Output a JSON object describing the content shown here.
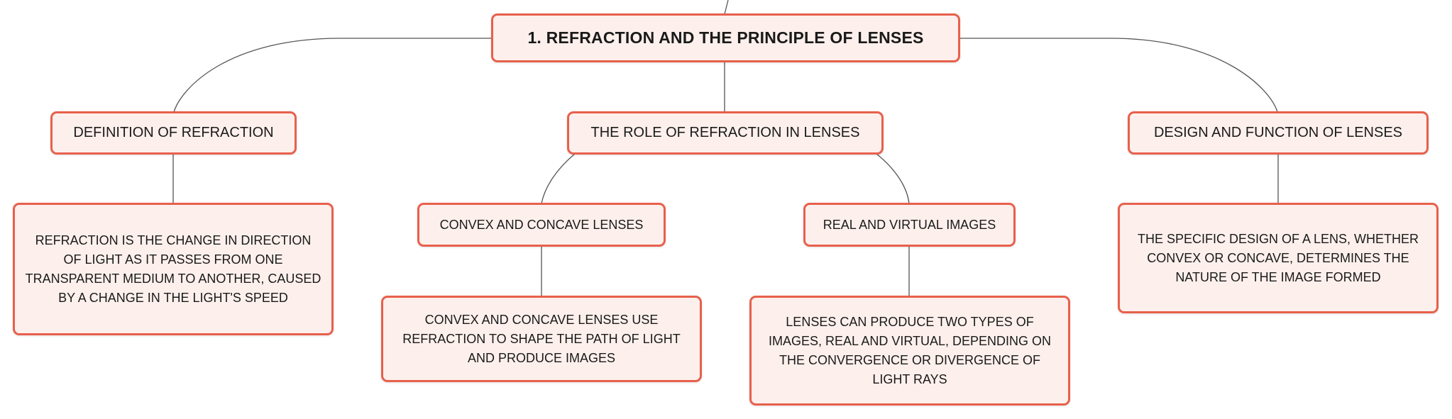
{
  "diagram": {
    "root": {
      "label": "1. REFRACTION AND THE PRINCIPLE OF LENSES"
    },
    "branches": {
      "definition": {
        "label": "DEFINITION OF REFRACTION",
        "detail": "REFRACTION IS THE CHANGE IN DIRECTION OF LIGHT AS IT PASSES FROM ONE TRANSPARENT MEDIUM TO ANOTHER, CAUSED BY A CHANGE IN THE LIGHT'S SPEED"
      },
      "role": {
        "label": "THE ROLE OF REFRACTION IN LENSES",
        "children": {
          "convex": {
            "label": "CONVEX AND CONCAVE LENSES",
            "detail": "CONVEX AND CONCAVE LENSES USE REFRACTION TO SHAPE THE PATH OF LIGHT AND PRODUCE IMAGES"
          },
          "images": {
            "label": "REAL AND VIRTUAL IMAGES",
            "detail": "LENSES CAN PRODUCE TWO TYPES OF IMAGES, REAL AND VIRTUAL, DEPENDING ON THE CONVERGENCE OR DIVERGENCE OF LIGHT RAYS"
          }
        }
      },
      "design": {
        "label": "DESIGN AND FUNCTION OF LENSES",
        "detail": "THE SPECIFIC DESIGN OF A LENS, WHETHER CONVEX OR CONCAVE, DETERMINES THE NATURE OF THE IMAGE FORMED"
      }
    },
    "colors": {
      "node_fill": "#fdf0ec",
      "node_border": "#e8604c",
      "connector": "#555555",
      "text": "#1a1a1a"
    }
  }
}
